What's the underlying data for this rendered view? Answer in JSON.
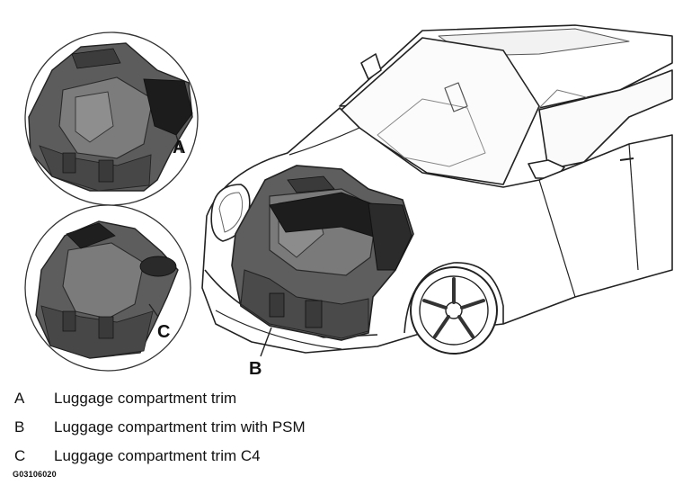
{
  "callouts": {
    "a": "A",
    "b": "B",
    "c": "C"
  },
  "legend": [
    {
      "key": "A",
      "text": "Luggage compartment trim"
    },
    {
      "key": "B",
      "text": "Luggage compartment trim with PSM"
    },
    {
      "key": "C",
      "text": "Luggage compartment trim C4"
    }
  ],
  "figure_code": "G03106020"
}
